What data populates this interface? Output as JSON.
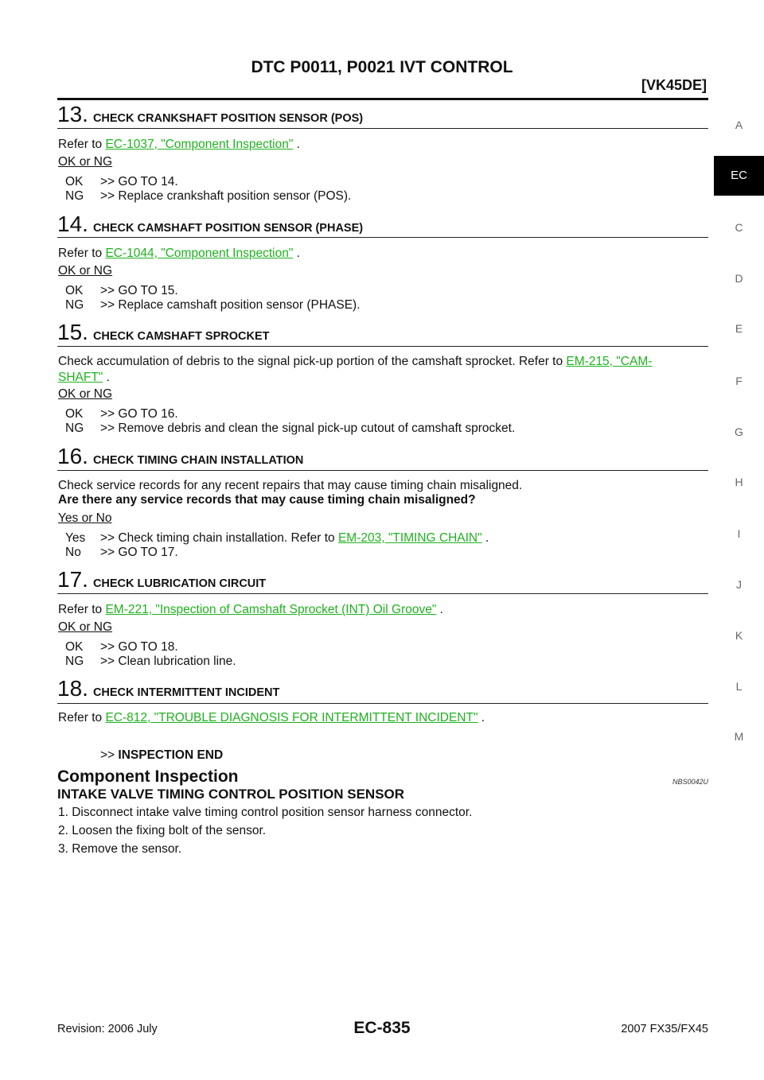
{
  "header": {
    "title": "DTC P0011, P0021 IVT CONTROL",
    "subtitle": "[VK45DE]"
  },
  "side_tabs": [
    "A",
    "EC",
    "C",
    "D",
    "E",
    "F",
    "G",
    "H",
    "I",
    "J",
    "K",
    "L",
    "M"
  ],
  "steps": {
    "s13": {
      "num": "13.",
      "title": "CHECK CRANKSHAFT POSITION SENSOR (POS)",
      "refer_prefix": "Refer to ",
      "link": "EC-1037, \"Component Inspection\"",
      "refer_suffix": " .",
      "choice": "OK or NG",
      "r1_label": "OK",
      "r1_text": ">> GO TO 14.",
      "r2_label": "NG",
      "r2_text": ">> Replace crankshaft position sensor (POS)."
    },
    "s14": {
      "num": "14.",
      "title": "CHECK CAMSHAFT POSITION SENSOR (PHASE)",
      "refer_prefix": "Refer to ",
      "link": "EC-1044, \"Component Inspection\"",
      "refer_suffix": " .",
      "choice": "OK or NG",
      "r1_label": "OK",
      "r1_text": ">> GO TO 15.",
      "r2_label": "NG",
      "r2_text": ">> Replace camshaft position sensor (PHASE)."
    },
    "s15": {
      "num": "15.",
      "title": "CHECK CAMSHAFT SPROCKET",
      "body": "Check accumulation of debris to the signal pick-up portion of the camshaft sprocket. Refer to ",
      "link1": "EM-215, \"CAM-",
      "link2": "SHAFT\"",
      "suffix": " .",
      "choice": "OK or NG",
      "r1_label": "OK",
      "r1_text": ">> GO TO 16.",
      "r2_label": "NG",
      "r2_text": ">> Remove debris and clean the signal pick-up cutout of camshaft sprocket."
    },
    "s16": {
      "num": "16.",
      "title": "CHECK TIMING CHAIN INSTALLATION",
      "body": "Check service records for any recent repairs that may cause timing chain misaligned.",
      "question": "Are there any service records that may cause timing chain misaligned?",
      "choice": "Yes or No",
      "r1_label": "Yes",
      "r1_text": ">> Check timing chain installation. Refer to ",
      "r1_link": "EM-203, \"TIMING CHAIN\"",
      "r1_suffix": " .",
      "r2_label": "No",
      "r2_text": ">> GO TO 17."
    },
    "s17": {
      "num": "17.",
      "title": "CHECK LUBRICATION CIRCUIT",
      "refer_prefix": "Refer to ",
      "link": "EM-221, \"Inspection of Camshaft Sprocket (INT) Oil Groove\"",
      "refer_suffix": " .",
      "choice": "OK or NG",
      "r1_label": "OK",
      "r1_text": ">> GO TO 18.",
      "r2_label": "NG",
      "r2_text": ">> Clean lubrication line."
    },
    "s18": {
      "num": "18.",
      "title": "CHECK INTERMITTENT INCIDENT",
      "refer_prefix": "Refer to ",
      "link": "EC-812, \"TROUBLE DIAGNOSIS FOR INTERMITTENT INCIDENT\"",
      "refer_suffix": " .",
      "end_prefix": ">> ",
      "end_text": "INSPECTION END"
    }
  },
  "component": {
    "title": "Component Inspection",
    "code": "NBS0042U",
    "subtitle": "INTAKE VALVE TIMING CONTROL POSITION SENSOR",
    "items": [
      "1.  Disconnect intake valve timing control position sensor harness connector.",
      "2.  Loosen the fixing bolt of the sensor.",
      "3.  Remove the sensor."
    ]
  },
  "footer": {
    "left": "Revision: 2006 July",
    "center": "EC-835",
    "right": "2007 FX35/FX45"
  }
}
